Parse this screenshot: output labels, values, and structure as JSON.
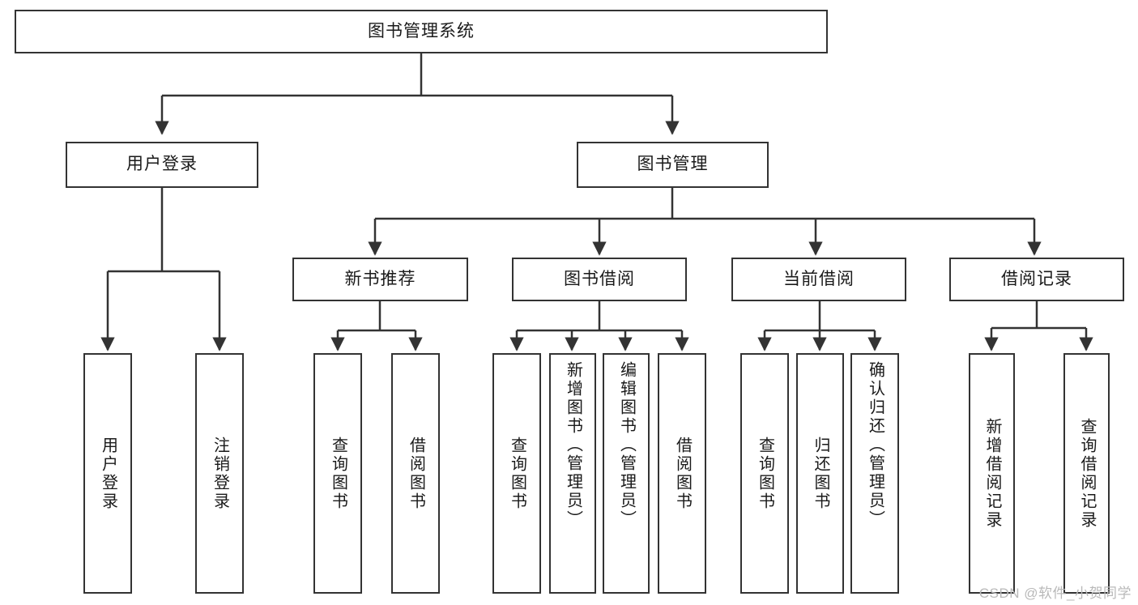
{
  "diagram": {
    "type": "tree",
    "title": "图书管理系统",
    "watermark": "CSDN @软件_小贺同学",
    "colors": {
      "background": "#ffffff",
      "stroke": "#333333",
      "box_fill": "#ffffff",
      "text": "#1a1a1a",
      "watermark": "#b9b9b9"
    },
    "root": {
      "label": "图书管理系统"
    },
    "level2": [
      {
        "label": "用户登录"
      },
      {
        "label": "图书管理"
      }
    ],
    "level3": [
      {
        "label": "新书推荐"
      },
      {
        "label": "图书借阅"
      },
      {
        "label": "当前借阅"
      },
      {
        "label": "借阅记录"
      }
    ],
    "leaves": {
      "user_login": [
        {
          "label": "用户登录"
        },
        {
          "label": "注销登录"
        }
      ],
      "new_book_recommend": [
        {
          "label": "查询图书"
        },
        {
          "label": "借阅图书"
        }
      ],
      "book_borrow": [
        {
          "label": "查询图书"
        },
        {
          "label": "新增图书（管理员）"
        },
        {
          "label": "编辑图书（管理员）"
        },
        {
          "label": "借阅图书"
        }
      ],
      "current_borrow": [
        {
          "label": "查询图书"
        },
        {
          "label": "归还图书"
        },
        {
          "label": "确认归还（管理员）"
        }
      ],
      "borrow_record": [
        {
          "label": "新增借阅记录"
        },
        {
          "label": "查询借阅记录"
        }
      ]
    }
  }
}
